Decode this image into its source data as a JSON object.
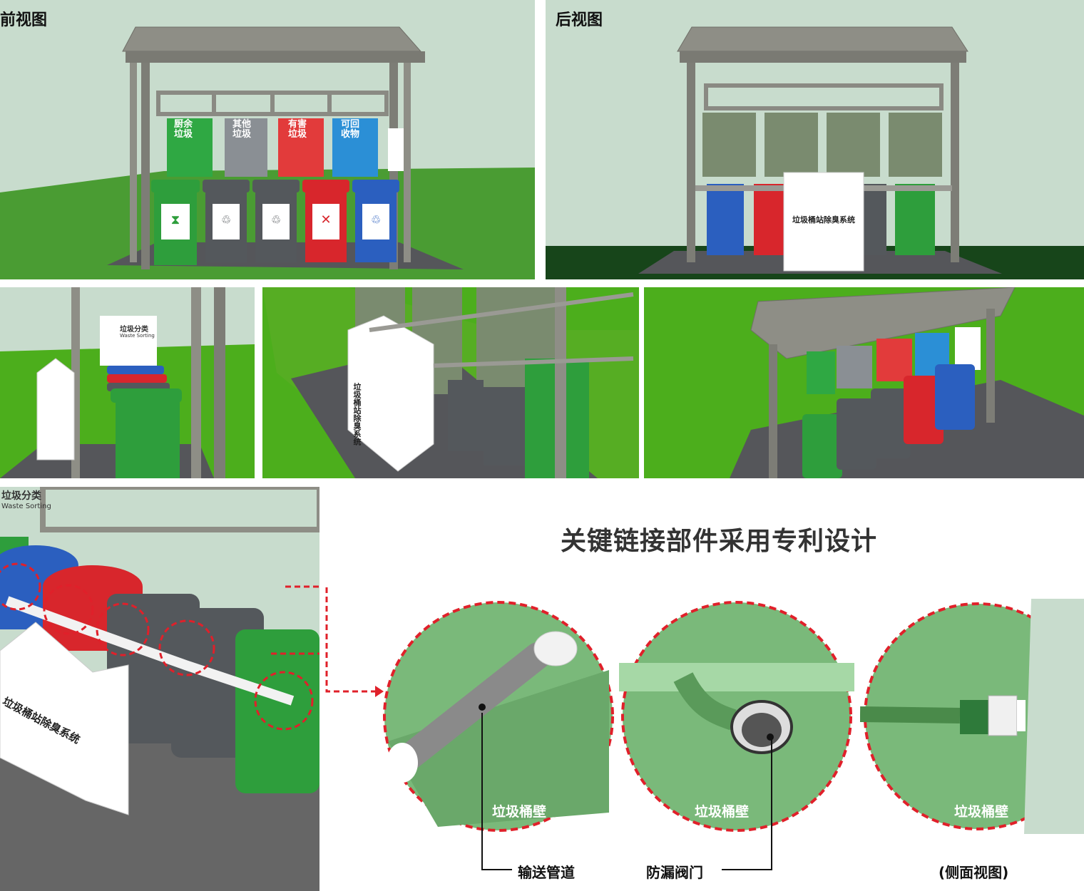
{
  "views": {
    "front_label": "前视图",
    "back_label": "后视图"
  },
  "signs": [
    {
      "line1": "厨余",
      "line2": "垃圾",
      "color": "#2fa843"
    },
    {
      "line1": "其他",
      "line2": "垃圾",
      "color": "#8a8f94"
    },
    {
      "line1": "有害",
      "line2": "垃圾",
      "color": "#e23b3b"
    },
    {
      "line1": "可回",
      "line2": "收物",
      "color": "#2b8fd6"
    }
  ],
  "bin_colors": [
    "#2e9e3c",
    "#54585c",
    "#54585c",
    "#d8262c",
    "#2b5fbf"
  ],
  "device_name": "垃圾桶站除臭系统",
  "sorting_sign": {
    "title": "垃圾分类",
    "subtitle": "Waste Sorting"
  },
  "detail": {
    "title": "关键链接部件采用专利设计",
    "wall_label_1": "垃圾桶壁",
    "wall_label_2": "垃圾桶壁",
    "wall_label_3": "垃圾桶壁",
    "callout_pipe": "输送管道",
    "callout_valve": "防漏阀门",
    "callout_side": "(侧面视图)"
  },
  "colors": {
    "grass": "#4cae1c",
    "sky": "#c8dccd",
    "roof": "#8e8e86",
    "accent_red": "#e0202a"
  }
}
